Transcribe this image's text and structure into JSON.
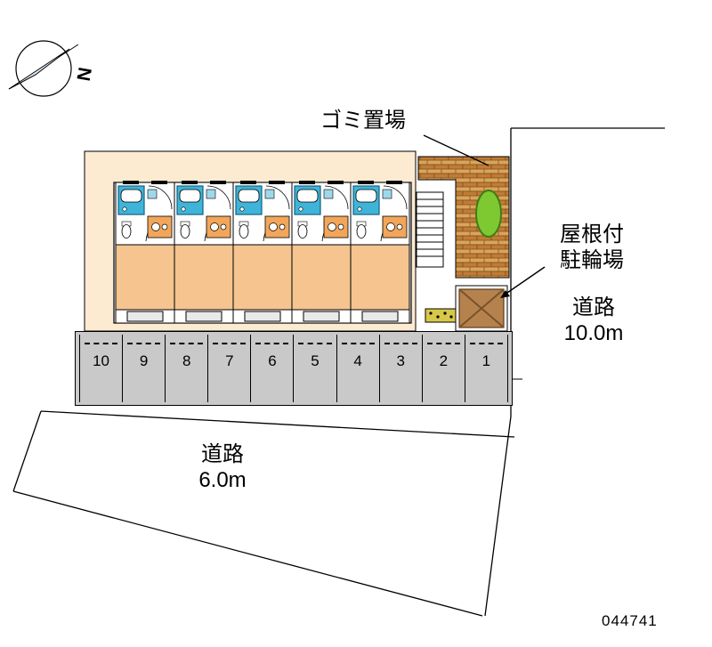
{
  "compass": {
    "label": "N"
  },
  "labels": {
    "garbage": "ゴミ置場",
    "covered_bike_parking": [
      "屋根付",
      "駐輪場"
    ],
    "road_right": [
      "道路",
      "10.0m"
    ],
    "road_bottom": [
      "道路",
      "6.0m"
    ]
  },
  "parking_spaces": [
    "10",
    "9",
    "8",
    "7",
    "6",
    "5",
    "4",
    "3",
    "2",
    "1"
  ],
  "plan_number": "044741",
  "colors": {
    "plot_fill": "#fcead1",
    "room_fill": "#f5c48f",
    "bath_fill": "#3fb4d8",
    "kitchen_fill": "#f2a65a",
    "brick_light": "#d9a55c",
    "brick_dark": "#c07c35",
    "bush_fill": "#7ec832",
    "bike_shed_fill": "#b5824e",
    "parking_fill": "#c9c9c9",
    "paving_fill": "#d8c84a"
  }
}
